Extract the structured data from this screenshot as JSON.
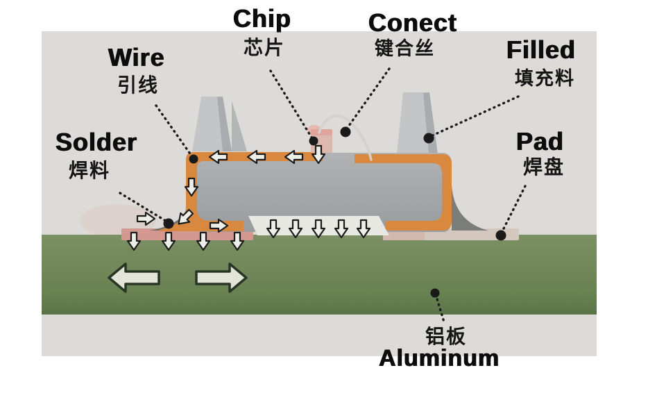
{
  "diagram": {
    "description": "Cross-section of a chip package soldered onto an aluminum board, with bilingual callouts",
    "labels": {
      "chip": {
        "en": "Chip",
        "zh": "芯片"
      },
      "connect": {
        "en": "Conect",
        "zh": "键合丝"
      },
      "wire": {
        "en": "Wire",
        "zh": "引线"
      },
      "solder": {
        "en": "Solder",
        "zh": "焊料"
      },
      "filled": {
        "en": "Filled",
        "zh": "填充料"
      },
      "pad": {
        "en": "Pad",
        "zh": "焊盘"
      },
      "aluminum": {
        "en": "Aluminum",
        "zh": "铝板"
      }
    },
    "colors": {
      "page_bg": "#ffffff",
      "photo_bg": "#e2e1de",
      "board_green": "#6e8a5a",
      "board_green_dark": "#5a7447",
      "pad_pink": "#d89a90",
      "pad_right": "#d9ccc2",
      "lead_orange": "#dd8a3c",
      "body_gray": "#a8aaac",
      "filler_gray": "#c8c9cb",
      "filler_shade": "#acafb2",
      "fillet_dark": "#70716d",
      "chip_pink": "#e2bcb1",
      "wire_light": "#d9d6d1",
      "arrow_fill": "#f5f5ee",
      "big_arrow_fill": "#e9ebde",
      "ink": "#141414"
    }
  }
}
